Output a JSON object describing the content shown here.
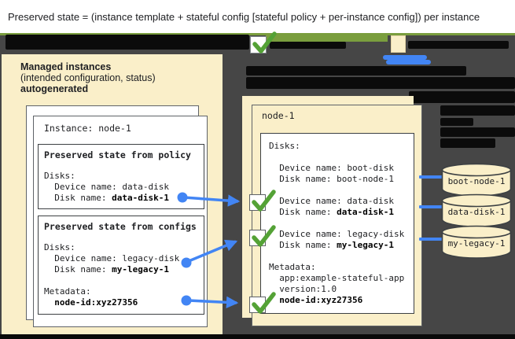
{
  "colors": {
    "blue": "#4285f4",
    "check_green": "#54a236",
    "bar_green": "#7a9e3e",
    "cream": "#faefc9",
    "stage_gray": "#464646",
    "redaction_black": "#0b0b0b"
  },
  "title": {
    "text": "Preserved state = (instance template + stateful config [stateful policy + per-instance config]) per instance"
  },
  "left_panel": {
    "heading_line1": "Managed instances",
    "heading_line2": "(intended configuration, status)",
    "heading_line3": "autogenerated",
    "instance_card": {
      "title_label": "Instance: node-1",
      "policy_box": {
        "title": "Preserved state from policy",
        "lines": [
          {
            "label": "Disks:",
            "value": ""
          },
          {
            "label": "  Device name: data-disk",
            "value": ""
          },
          {
            "label": "  Disk name: ",
            "value": "data-disk-1"
          }
        ]
      },
      "configs_box": {
        "title": "Preserved state from configs",
        "lines": [
          {
            "label": "Disks:",
            "value": ""
          },
          {
            "label": "  Device name: legacy-disk",
            "value": ""
          },
          {
            "label": "  Disk name: ",
            "value": "my-legacy-1"
          },
          {
            "label": "",
            "value": ""
          },
          {
            "label": "Metadata:",
            "value": ""
          },
          {
            "label": "  ",
            "value": "node-id:xyz27356"
          }
        ]
      }
    }
  },
  "right_panel": {
    "title": "node-1",
    "lines": [
      {
        "label": "Disks:",
        "value": ""
      },
      {
        "label": "",
        "value": ""
      },
      {
        "label": "  Device name: boot-disk",
        "value": ""
      },
      {
        "label": "  Disk name: boot-node-1",
        "value": ""
      },
      {
        "label": "",
        "value": ""
      },
      {
        "label": "  Device name: data-disk",
        "value": ""
      },
      {
        "label": "  Disk name: ",
        "value": "data-disk-1"
      },
      {
        "label": "",
        "value": ""
      },
      {
        "label": "  Device name: legacy-disk",
        "value": ""
      },
      {
        "label": "  Disk name: ",
        "value": "my-legacy-1"
      },
      {
        "label": "",
        "value": ""
      },
      {
        "label": "Metadata:",
        "value": ""
      },
      {
        "label": "  app:example-stateful-app",
        "value": ""
      },
      {
        "label": "  version:1.0",
        "value": ""
      },
      {
        "label": "  ",
        "value": "node-id:xyz27356"
      }
    ]
  },
  "disks": [
    {
      "label": "boot-node-1"
    },
    {
      "label": "data-disk-1"
    },
    {
      "label": "my-legacy-1"
    }
  ]
}
